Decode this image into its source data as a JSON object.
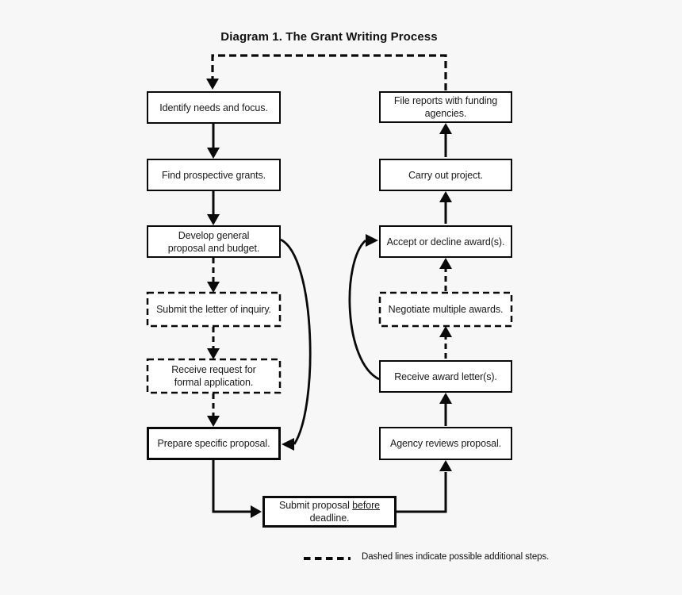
{
  "title": "Diagram 1. The Grant Writing Process",
  "nodes": {
    "identify": {
      "label": "Identify needs and focus."
    },
    "find": {
      "label": "Find prospective grants."
    },
    "develop": {
      "label": "Develop general\nproposal and budget."
    },
    "inquiry": {
      "label": "Submit the letter of inquiry."
    },
    "request": {
      "label": "Receive request for\nformal application."
    },
    "prepare": {
      "label": "Prepare specific proposal."
    },
    "submit": {
      "line1_pre": "Submit proposal ",
      "line1_underlined": "before",
      "line2": "deadline."
    },
    "agency": {
      "label": "Agency reviews proposal."
    },
    "receive": {
      "label": "Receive award letter(s)."
    },
    "negotiate": {
      "label": "Negotiate multiple awards."
    },
    "accept": {
      "label": "Accept or decline award(s)."
    },
    "carry": {
      "label": "Carry out project."
    },
    "file": {
      "label": "File reports with funding\nagencies."
    }
  },
  "legend": {
    "text": "Dashed lines indicate possible additional steps."
  },
  "colors": {
    "background": "#f7f7f7",
    "box_fill": "#ffffff",
    "line": "#0a0a0a",
    "text": "#1a1a1a"
  }
}
